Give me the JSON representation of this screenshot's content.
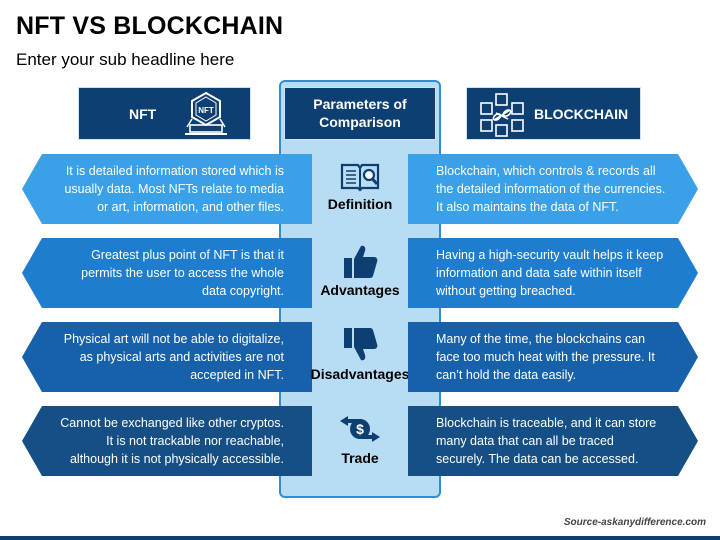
{
  "header": {
    "title": "NFT VS BLOCKCHAIN",
    "subtitle": "Enter your sub headline here"
  },
  "columns": {
    "nft": "NFT",
    "parameters": [
      "Parameters of",
      "Comparison"
    ],
    "blockchain": "BLOCKCHAIN"
  },
  "rows": [
    {
      "parameter": "Definition",
      "icon": "book-magnifier-icon",
      "nft": [
        "It is detailed information stored which is",
        "usually data. Most NFTs relate to media",
        "or art, information, and other files."
      ],
      "blockchain": [
        "Blockchain, which controls & records all",
        "the detailed information of the currencies.",
        "It also maintains the data of NFT."
      ]
    },
    {
      "parameter": "Advantages",
      "icon": "thumbs-up-icon",
      "nft": [
        "Greatest plus point of NFT is that it",
        "permits the user to access the whole",
        "data copyright."
      ],
      "blockchain": [
        "Having a high-security vault helps it keep",
        "information and data safe within itself",
        "without getting breached."
      ]
    },
    {
      "parameter": "Disadvantages",
      "icon": "thumbs-down-icon",
      "nft": [
        "Physical art will not be able to digitalize,",
        "as physical arts and activities are not",
        "accepted in NFT."
      ],
      "blockchain": [
        "Many of the time, the blockchains can",
        "face too much heat with the pressure. It",
        "can’t hold the data easily."
      ]
    },
    {
      "parameter": "Trade",
      "icon": "dollar-exchange-icon",
      "nft": [
        "Cannot be exchanged like other cryptos.",
        "It is not trackable nor reachable,",
        "although it is not physically accessible."
      ],
      "blockchain": [
        "Blockchain is traceable, and it can store",
        "many data that can all be traced",
        "securely. The data can be accessed."
      ]
    }
  ],
  "source": "Source-askanydifference.com",
  "colors": {
    "navy": "#0d3f73",
    "row_colors": [
      "#3aa0e8",
      "#1f7dcf",
      "#1760aa",
      "#164f86"
    ],
    "center_fill": "#b8dcf3",
    "center_border": "#2e8fd2"
  }
}
